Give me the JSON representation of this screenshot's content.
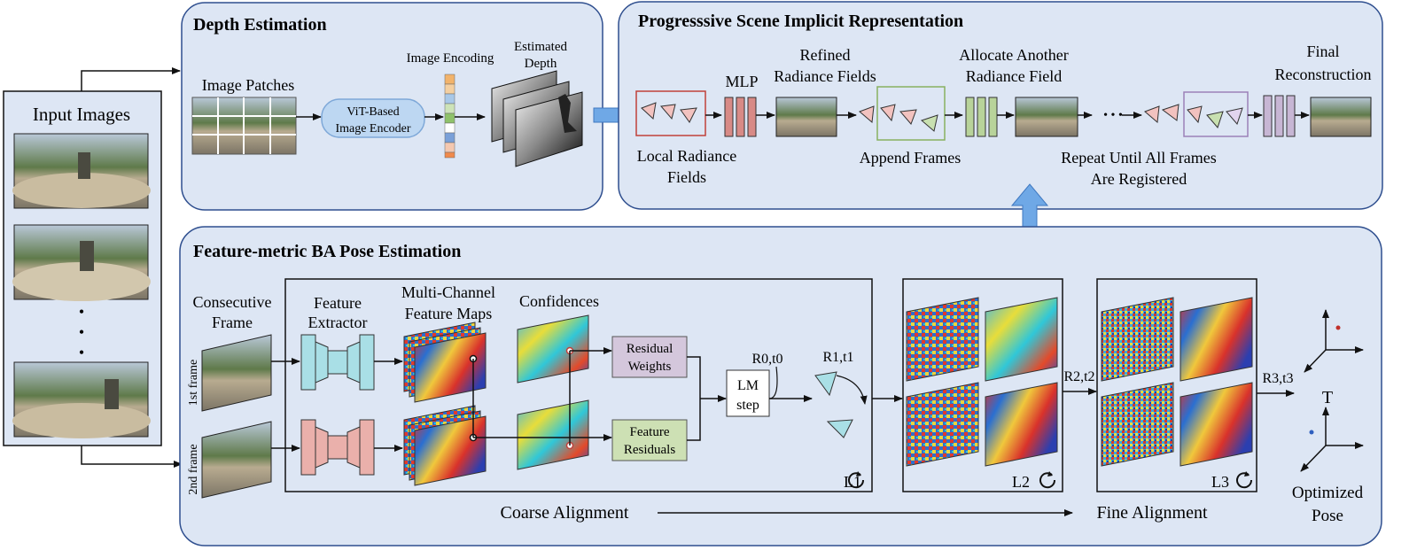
{
  "input_panel": {
    "title": "Input Images",
    "dots": "•"
  },
  "depth_panel": {
    "title": "Depth Estimation",
    "patches_label": "Image Patches",
    "encoder_line1": "ViT-Based",
    "encoder_line2": "Image Encoder",
    "encoding_label": "Image Encoding",
    "estimated_line1": "Estimated",
    "estimated_line2": "Depth"
  },
  "scene_panel": {
    "title": "Progresssive Scene Implicit Representation",
    "mlp_label": "MLP",
    "refined_line1": "Refined",
    "refined_line2": "Radiance Fields",
    "allocate_line1": "Allocate Another",
    "allocate_line2": "Radiance Field",
    "final_line1": "Final",
    "final_line2": "Reconstruction",
    "local_line1": "Local Radiance",
    "local_line2": "Fields",
    "append_label": "Append Frames",
    "repeat_line1": "Repeat Until All Frames",
    "repeat_line2": "Are Registered",
    "ellipsis": "• • •"
  },
  "ba_panel": {
    "title": "Feature-metric BA Pose Estimation",
    "consecutive_line1": "Consecutive",
    "consecutive_line2": "Frame",
    "first_frame": "1st frame",
    "second_frame": "2nd frame",
    "extractor_line1": "Feature",
    "extractor_line2": "Extractor",
    "maps_line1": "Multi-Channel",
    "maps_line2": "Feature Maps",
    "confidences": "Confidences",
    "weights_line1": "Residual",
    "weights_line2": "Weights",
    "residuals_line1": "Feature",
    "residuals_line2": "Residuals",
    "lm_line1": "LM",
    "lm_line2": "step",
    "r0t0": "R0,t0",
    "r1t1": "R1,t1",
    "r2t2": "R2,t2",
    "r3t3": "R3,t3",
    "l1": "L1",
    "l2": "L2",
    "l3": "L3",
    "t_label": "T",
    "optimized_line1": "Optimized",
    "optimized_line2": "Pose",
    "coarse": "Coarse Alignment",
    "fine": "Fine Alignment"
  },
  "colors": {
    "panel_fill": "#dde6f4",
    "panel_stroke": "#2f4f8f",
    "arrow_blue": "#6fa8e6",
    "mlp_red": "#d88a86",
    "mlp_green": "#b8d39a",
    "mlp_purple": "#c7b6d4",
    "extractor_cyan": "#a9dfe6",
    "extractor_pink": "#eab0ab"
  }
}
